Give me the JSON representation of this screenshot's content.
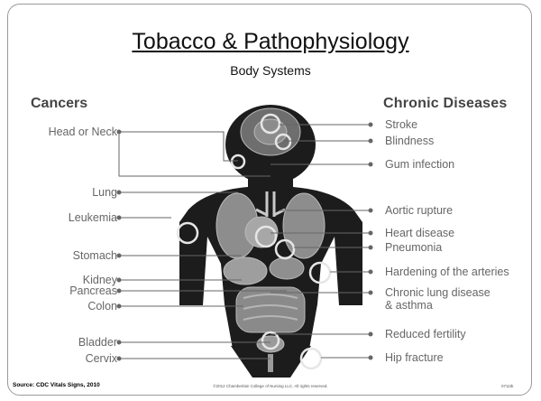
{
  "slide": {
    "title": "Tobacco & Pathophysiology",
    "subtitle": "Body Systems"
  },
  "columns": {
    "left_heading": "Cancers",
    "right_heading": "Chronic Diseases"
  },
  "cancers": [
    "Head or Neck",
    "Lung",
    "Leukemia",
    "Stomach",
    "Kidney",
    "Pancreas",
    "Colon",
    "Bladder",
    "Cervix"
  ],
  "chronic_diseases": [
    "Stroke",
    "Blindness",
    "Gum infection",
    "Aortic rupture",
    "Heart disease",
    "Pneumonia",
    "Hardening of the arteries",
    "Chronic lung disease",
    "& asthma",
    "Reduced fertility",
    "Hip fracture"
  ],
  "footer": {
    "source": "Source: CDC Vitals Signs, 2010",
    "copyright": "©2012 Chamberlain College of Nursing LLC. All rights reserved.",
    "code": "0711tb"
  },
  "colors": {
    "silhouette": "#1c1c1c",
    "organ": "#9a9a9a",
    "leader": "#666666"
  }
}
